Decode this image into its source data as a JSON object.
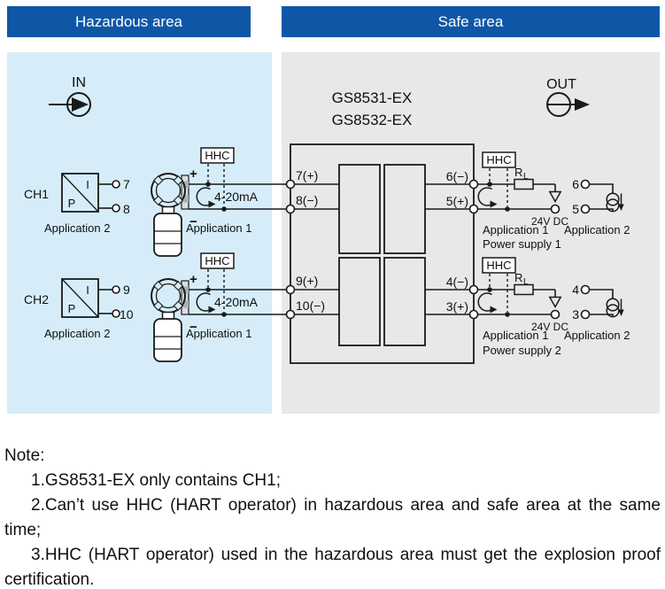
{
  "header": {
    "hazardous": "Hazardous area",
    "safe": "Safe area"
  },
  "flow": {
    "in": "IN",
    "out": "OUT"
  },
  "device": {
    "model1": "GS8531-EX",
    "model2": "GS8532-EX"
  },
  "labels": {
    "hhc": "HHC",
    "loop_range": "4-20mA",
    "plus": "+",
    "minus": "−",
    "pi_i": "I",
    "pi_p": "P",
    "resistor": "R",
    "resistor_sub": "L",
    "supply_voltage": "24V DC",
    "application1": "Application 1",
    "application2": "Application 2"
  },
  "ch1": {
    "name": "CH1",
    "term_a": "7",
    "term_b": "8",
    "in_top": "7(+)",
    "in_bottom": "8(−)",
    "out_top": "6(−)",
    "out_bottom": "5(+)",
    "safe_term_top": "6",
    "safe_term_bottom": "5",
    "power_supply": "Power supply 1"
  },
  "ch2": {
    "name": "CH2",
    "term_a": "9",
    "term_b": "10",
    "in_top": "9(+)",
    "in_bottom": "10(−)",
    "out_top": "4(−)",
    "out_bottom": "3(+)",
    "safe_term_top": "4",
    "safe_term_bottom": "3",
    "power_supply": "Power supply 2"
  },
  "colors": {
    "header_bg": "#0F57A6",
    "hazardous_bg": "#D6EDF9",
    "safe_bg": "#E6E8EA",
    "line": "#1A1A1A"
  },
  "note": {
    "title": "Note:",
    "items": [
      "1.GS8531-EX only contains CH1;",
      "2.Can’t use HHC (HART operator) in hazardous area and safe area at the same time;",
      "3.HHC (HART operator) used in the hazardous area must get the explosion proof certification."
    ]
  }
}
